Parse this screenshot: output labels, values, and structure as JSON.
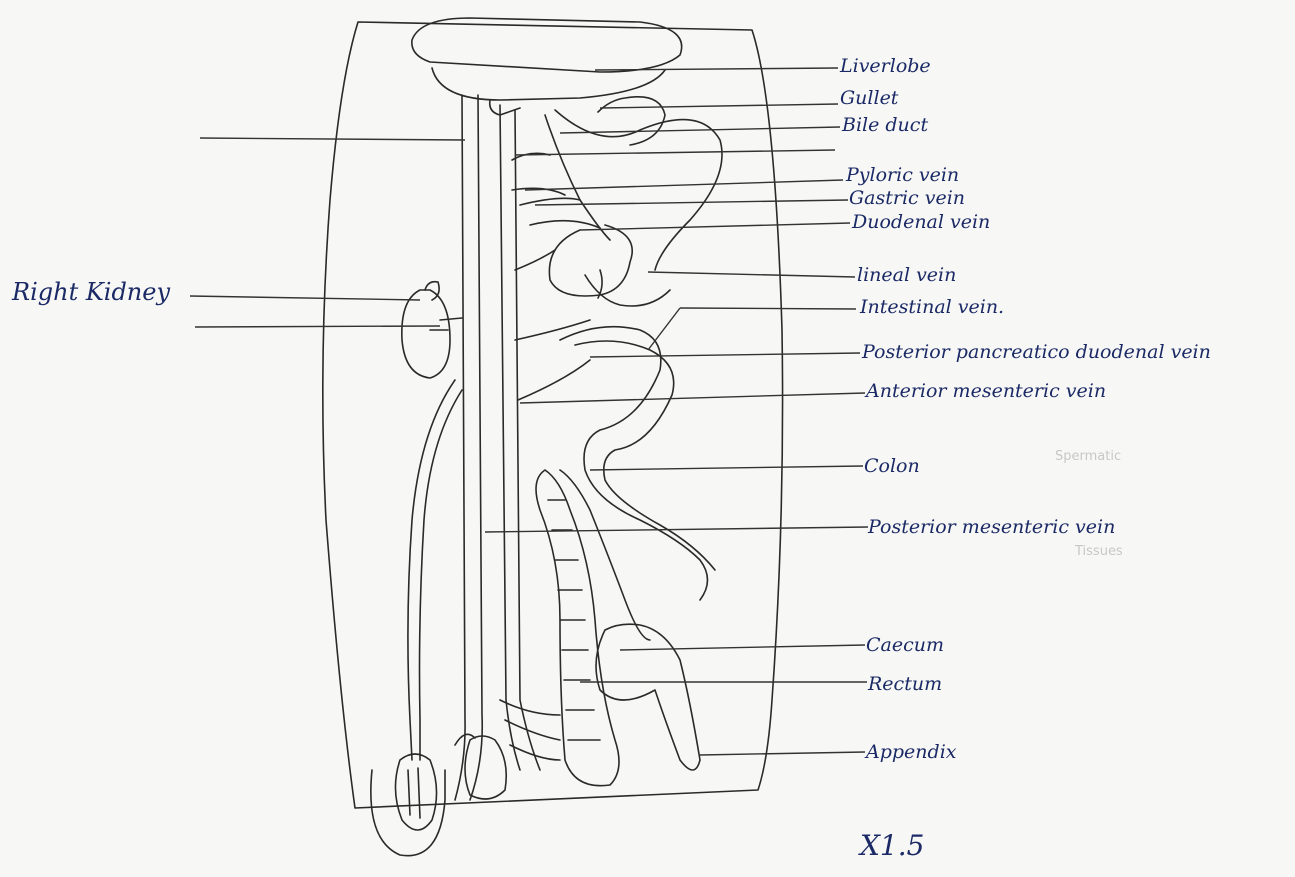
{
  "diagram": {
    "labels_right": [
      {
        "key": "liver",
        "text": "Liverlobe"
      },
      {
        "key": "gullet",
        "text": "Gullet"
      },
      {
        "key": "bileduct",
        "text": "Bile duct"
      },
      {
        "key": "pyloric",
        "text": "Pyloric vein"
      },
      {
        "key": "gastric",
        "text": "Gastric vein"
      },
      {
        "key": "duodenal",
        "text": "Duodenal vein"
      },
      {
        "key": "lineal",
        "text": "lineal vein"
      },
      {
        "key": "intestinal",
        "text": "Intestinal vein."
      },
      {
        "key": "pancreatico",
        "text": "Posterior pancreatico duodenal vein"
      },
      {
        "key": "antmes",
        "text": "Anterior mesenteric vein"
      },
      {
        "key": "colon",
        "text": "Colon"
      },
      {
        "key": "postmes",
        "text": "Posterior mesenteric vein"
      },
      {
        "key": "caecum",
        "text": "Caecum"
      },
      {
        "key": "rectum",
        "text": "Rectum"
      },
      {
        "key": "appendix",
        "text": "Appendix"
      }
    ],
    "label_left": "Right Kidney",
    "scale": "X1.5",
    "bleed_through": [
      "Spermatic",
      "Tissues"
    ]
  }
}
